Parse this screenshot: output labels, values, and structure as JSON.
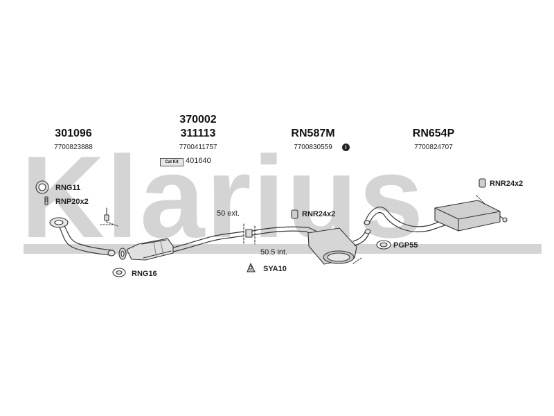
{
  "watermark": {
    "brand": "Klarius"
  },
  "parts": [
    {
      "part_no": "301096",
      "oem_no": "7700823888"
    },
    {
      "part_no_top": "370002",
      "part_no": "311113",
      "oem_no": "7700411757"
    },
    {
      "part_no": "RN587M",
      "oem_no": "7700830559"
    },
    {
      "part_no": "RN654P",
      "oem_no": "7700824707"
    }
  ],
  "cat_kit": {
    "badge": "Cat Kit",
    "number": "401640"
  },
  "fittings": {
    "rng11": "RNG11",
    "rnp20x2": "RNP20x2",
    "rng16": "RNG16",
    "rnr24x2_mid": "RNR24x2",
    "rnr24x2_right": "RNR24x2",
    "pgp55": "PGP55",
    "sya10": "SYA10"
  },
  "dimensions": {
    "ext": "50 ext.",
    "int": "50.5 int."
  },
  "icons": {
    "info": "info-icon"
  }
}
